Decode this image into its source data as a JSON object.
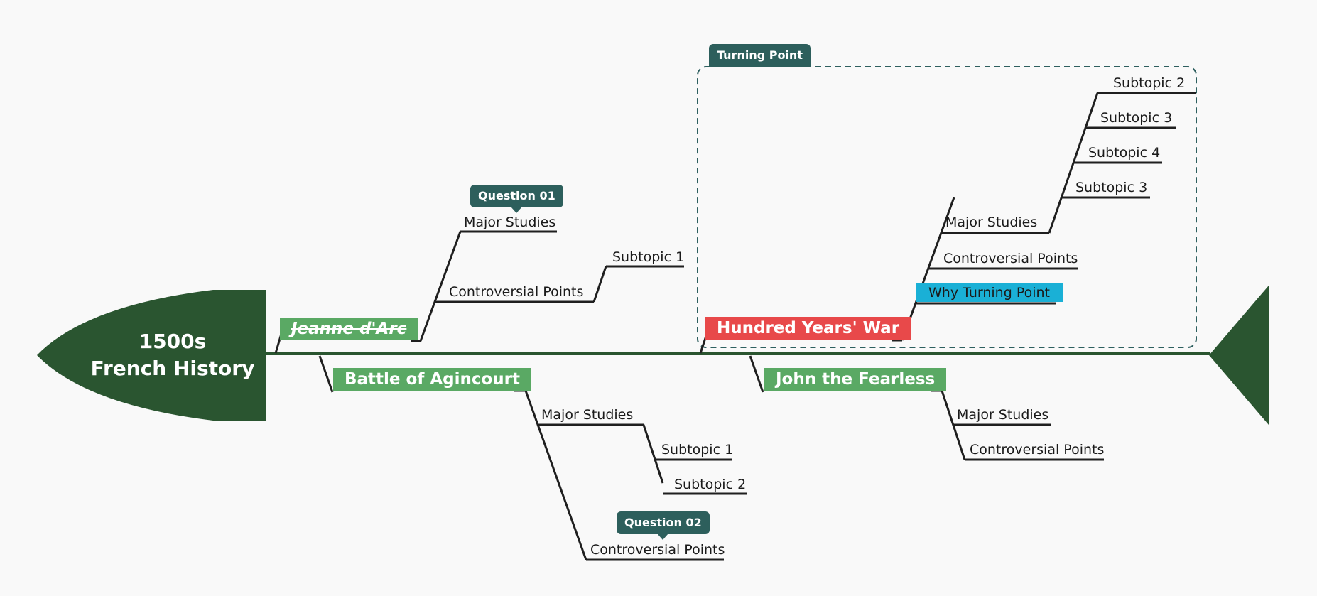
{
  "head": {
    "line1": "1500s",
    "line2": "French History"
  },
  "branches": {
    "jeanne": {
      "label": "Jeanne d'Arc",
      "tag": "Question 01",
      "major_studies": "Major Studies",
      "controversial_points": "Controversial Points",
      "subtopic": "Subtopic 1"
    },
    "agincourt": {
      "label": "Battle of Agincourt",
      "major_studies": "Major Studies",
      "subtopic_1": "Subtopic 1",
      "subtopic_2": "Subtopic 2",
      "tag": "Question 02",
      "controversial_points": "Controversial Points"
    },
    "hundred": {
      "label": "Hundred Years' War",
      "boundary_label": "Turning Point",
      "major_studies": "Major Studies",
      "controversial_points": "Controversial Points",
      "why_turning_point": "Why Turning Point",
      "subtopics": [
        "Subtopic 2",
        "Subtopic 3",
        "Subtopic 4",
        "Subtopic 3"
      ]
    },
    "john": {
      "label": "John the Fearless",
      "major_studies": "Major Studies",
      "controversial_points": "Controversial Points"
    }
  },
  "colors": {
    "spine": "#2a5530",
    "head": "#2a5530",
    "branch_green": "#5aa964",
    "branch_red": "#e8494a",
    "highlight_cyan": "#1ab0d6",
    "tag": "#2d5f5c"
  }
}
